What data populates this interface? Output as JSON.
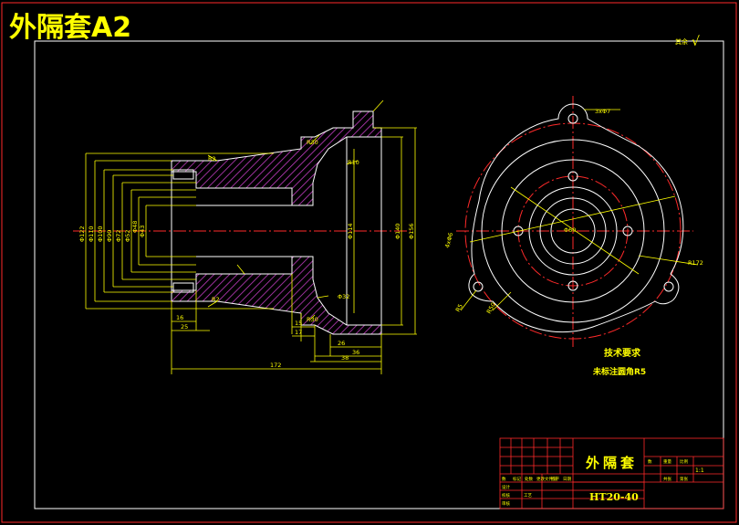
{
  "sheet": {
    "title": "外隔套A2",
    "roughness_note": "其余",
    "roughness_mark": "√",
    "colors": {
      "background": "#000000",
      "frame": "#ff2a2a",
      "outline": "#ffffff",
      "dimension": "#ffff00",
      "hatch": "#c03cc0",
      "center": "#ff2a2a",
      "title_fill": "#ffff00"
    }
  },
  "section_view": {
    "dims_vertical": [
      "Φ122",
      "Φ110",
      "Φ100",
      "Φ90",
      "Φ72",
      "Φ52",
      "Φ48",
      "Φ43",
      "Φ114",
      "Φ140",
      "Φ156"
    ],
    "dims_horizontal": [
      "16",
      "25",
      "15",
      "17",
      "26",
      "36",
      "38",
      "172"
    ],
    "labels_misc": [
      "R30",
      "R2",
      "R10",
      "R2",
      "R30",
      "Φ32"
    ]
  },
  "front_view": {
    "dims": [
      "3xΦ7",
      "Φ60",
      "4xΦ6",
      "R172",
      "R5",
      "R50"
    ]
  },
  "notes": {
    "heading": "技术要求",
    "line1": "未标注圆角R5"
  },
  "title_block": {
    "part_name": "外隔套",
    "material": "HT20-40",
    "scale": "1:1",
    "header_cells": [
      "数",
      "标记",
      "处数",
      "更改文件号",
      "签字",
      "日期"
    ],
    "row_labels": [
      "设计",
      "校核",
      "审核",
      "工艺"
    ],
    "right_cells": [
      "数",
      "重量",
      "比例",
      "共张",
      "第张"
    ]
  }
}
